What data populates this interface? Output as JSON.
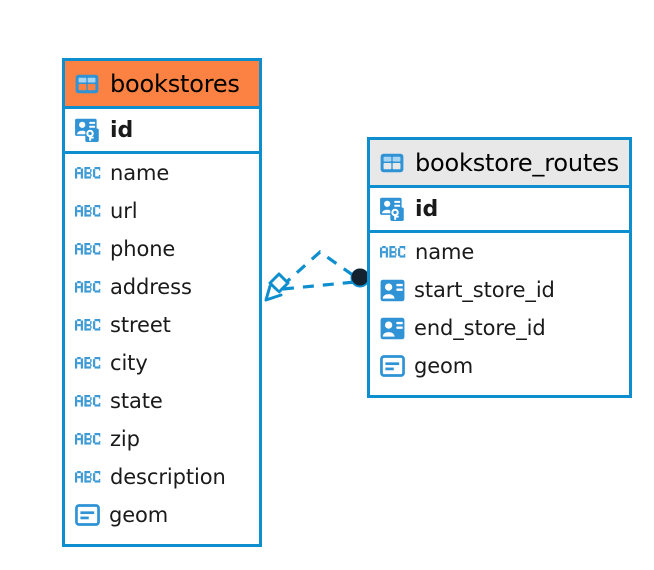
{
  "diagram": {
    "type": "entity-relationship-diagram",
    "background_color": "#ffffff",
    "accent_color": "#0d8ecf",
    "highlight_color": "#fb8242",
    "header_grey": "#e8e8e8",
    "endpoint_color": "#1b2a3a"
  },
  "entities": [
    {
      "id": "bookstores",
      "name": "bookstores",
      "header_color": "#fb8242",
      "table_icon": "table-icon",
      "primary_key": {
        "name": "id",
        "icon": "primary-key-icon"
      },
      "attributes": [
        {
          "name": "name",
          "icon": "abc-text-icon",
          "type": "text"
        },
        {
          "name": "url",
          "icon": "abc-text-icon",
          "type": "text"
        },
        {
          "name": "phone",
          "icon": "abc-text-icon",
          "type": "text"
        },
        {
          "name": "address",
          "icon": "abc-text-icon",
          "type": "text"
        },
        {
          "name": "street",
          "icon": "abc-text-icon",
          "type": "text"
        },
        {
          "name": "city",
          "icon": "abc-text-icon",
          "type": "text"
        },
        {
          "name": "state",
          "icon": "abc-text-icon",
          "type": "text"
        },
        {
          "name": "zip",
          "icon": "abc-text-icon",
          "type": "text"
        },
        {
          "name": "description",
          "icon": "abc-text-icon",
          "type": "text"
        },
        {
          "name": "geom",
          "icon": "geometry-icon",
          "type": "geometry"
        }
      ]
    },
    {
      "id": "bookstore_routes",
      "name": "bookstore_routes",
      "header_color": "#e8e8e8",
      "table_icon": "table-icon",
      "primary_key": {
        "name": "id",
        "icon": "primary-key-icon"
      },
      "attributes": [
        {
          "name": "name",
          "icon": "abc-text-icon",
          "type": "text"
        },
        {
          "name": "start_store_id",
          "icon": "foreign-key-icon",
          "type": "reference"
        },
        {
          "name": "end_store_id",
          "icon": "foreign-key-icon",
          "type": "reference"
        },
        {
          "name": "geom",
          "icon": "geometry-icon",
          "type": "geometry"
        }
      ]
    }
  ],
  "relationships": [
    {
      "id": "rel-start-store",
      "from": "bookstores",
      "to": "bookstore_routes.start_store_id",
      "line_style": "dashed",
      "source_marker": "polygon-marker",
      "target_marker": "filled-circle-marker"
    },
    {
      "id": "rel-end-store",
      "from": "bookstores",
      "to": "bookstore_routes.end_store_id",
      "line_style": "dashed",
      "source_marker": "polygon-marker",
      "target_marker": "filled-circle-marker"
    }
  ]
}
